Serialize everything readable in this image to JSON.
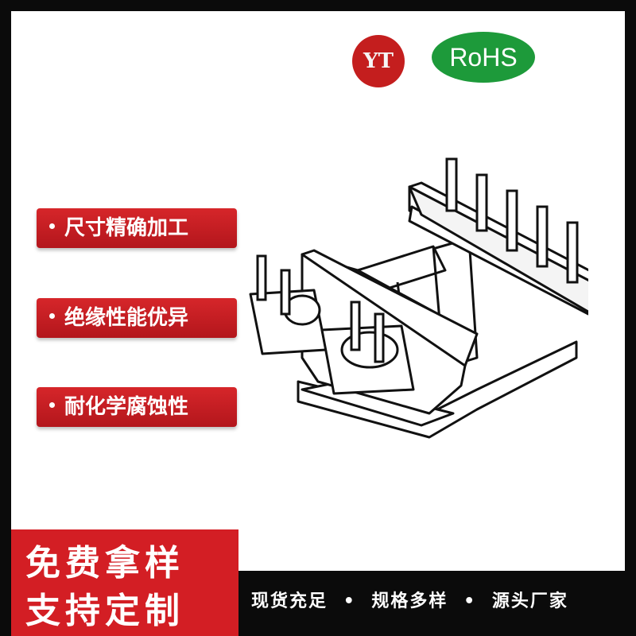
{
  "brand": {
    "title": "扬通电子",
    "logo_text": "YT",
    "rohs": "RoHS"
  },
  "features": [
    "尺寸精确加工",
    "绝缘性能优异",
    "耐化学腐蚀性"
  ],
  "promo": {
    "line1": "免费拿样",
    "line2": "支持定制"
  },
  "slogan": {
    "item1": "现货充足",
    "sep": "•",
    "item2": "规格多样",
    "item3": "源头厂家"
  },
  "colors": {
    "accent_red": "#d31e24",
    "rohs_green": "#1d9a3a",
    "frame": "#0b0b0b"
  },
  "image": {
    "subject": "transformer-bobbin-illustration"
  }
}
